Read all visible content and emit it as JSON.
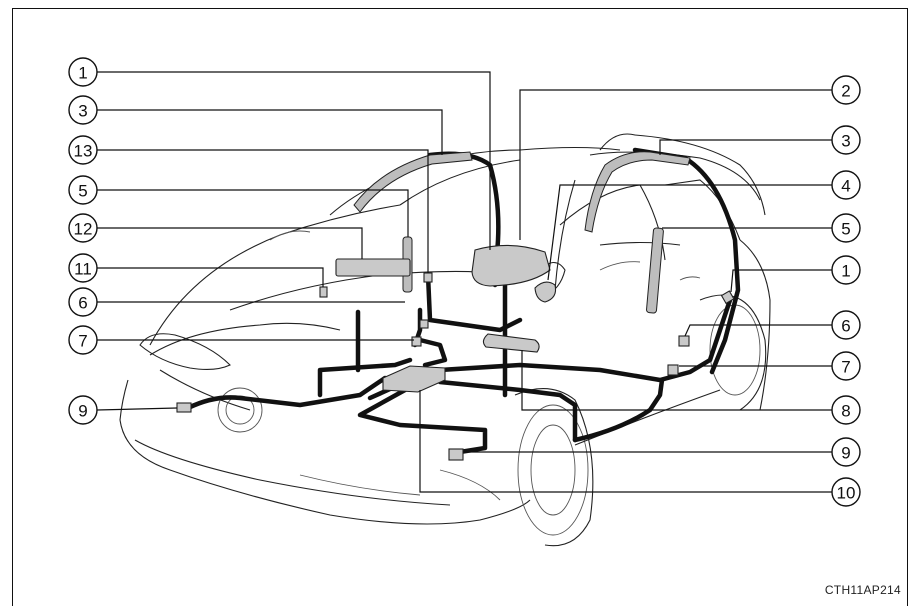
{
  "figure_code": "CTH11AP214",
  "callouts": {
    "left": [
      "1",
      "3",
      "13",
      "5",
      "12",
      "11",
      "6",
      "7",
      "9"
    ],
    "right": [
      "2",
      "3",
      "4",
      "5",
      "1",
      "6",
      "7",
      "8",
      "9",
      "10"
    ]
  }
}
